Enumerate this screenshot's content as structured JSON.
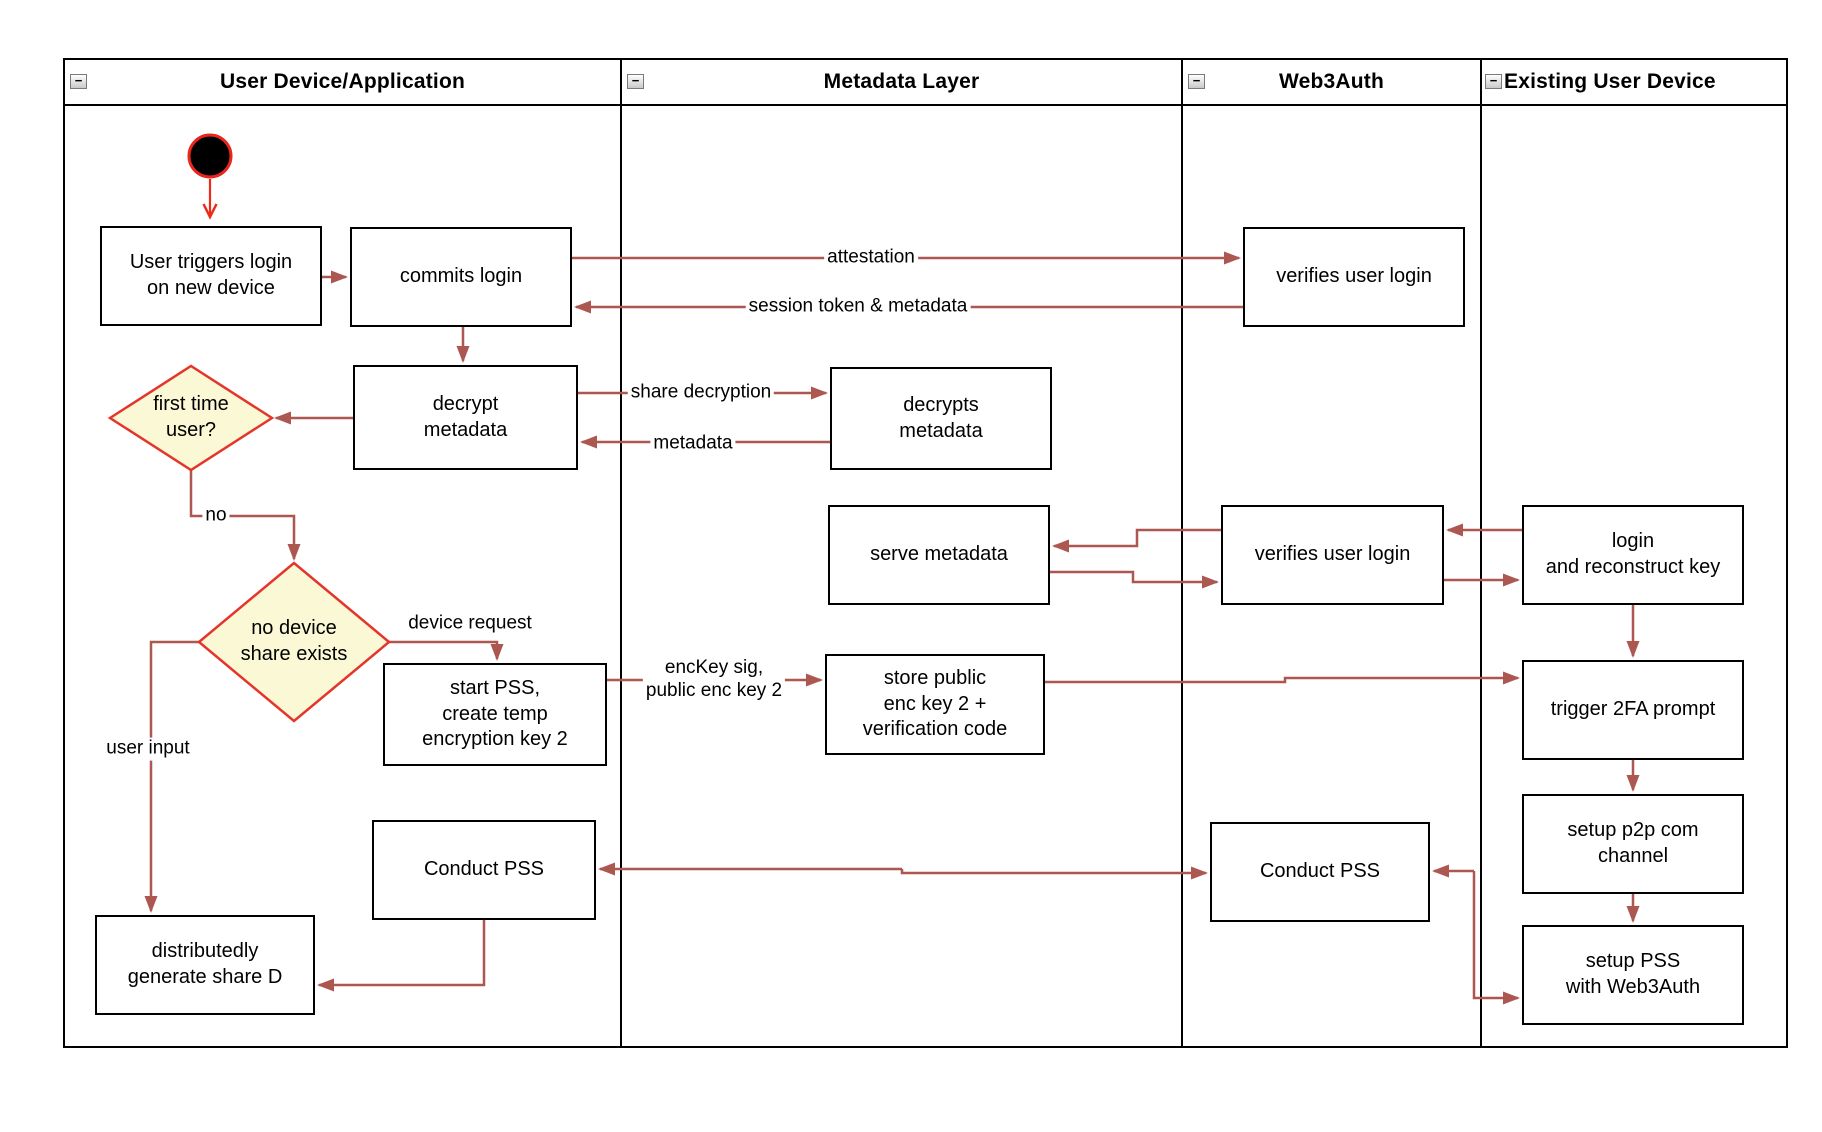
{
  "diagram": {
    "lanes": [
      {
        "title": "User Device/Application"
      },
      {
        "title": "Metadata Layer"
      },
      {
        "title": "Web3Auth"
      },
      {
        "title": "Existing User Device"
      }
    ],
    "collapse_glyph": "−",
    "nodes": {
      "user_triggers": "User triggers login\non new device",
      "commits_login": "commits login",
      "verifies_login_top": "verifies user login",
      "decrypt_metadata": "decrypt\nmetadata",
      "decrypts_metadata": "decrypts\nmetadata",
      "first_time_user": "first time\nuser?",
      "serve_metadata": "serve metadata",
      "verifies_login_mid": "verifies user login",
      "login_reconstruct": "login\nand reconstruct key",
      "no_device_share": "no device\nshare exists",
      "start_pss": "start PSS,\ncreate temp\nencryption key 2",
      "store_public": "store public\nenc key 2 +\nverification code",
      "trigger_2fa": "trigger 2FA prompt",
      "setup_p2p": "setup p2p com\nchannel",
      "conduct_pss_left": "Conduct PSS",
      "conduct_pss_w3a": "Conduct PSS",
      "setup_pss": "setup PSS\nwith Web3Auth",
      "generate_share": "distributedly\ngenerate share D"
    },
    "edge_labels": {
      "attestation": "attestation",
      "session_token": "session token & metadata",
      "share_decryption": "share decryption",
      "metadata": "metadata",
      "no": "no",
      "device_request": "device request",
      "user_input": "user input",
      "enckey": "encKey sig,\npublic enc key 2"
    },
    "colors": {
      "arrow": "#AD5751",
      "start_arrow": "#EF2917",
      "diamond_fill": "#FBF8D5",
      "diamond_border": "#E5352B",
      "node_border": "#000000",
      "node_fill": "#FFFFFF"
    }
  }
}
